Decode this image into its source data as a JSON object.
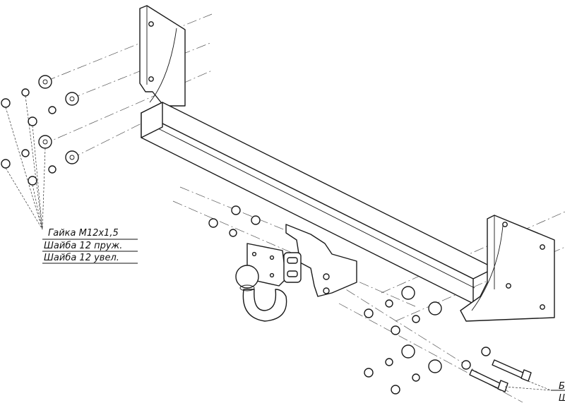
{
  "colors": {
    "line": "#1a1a1a",
    "background": "#ffffff"
  },
  "callouts_left": [
    {
      "text": "Гайка М12х1,5"
    },
    {
      "text": "Шайба 12 пруж."
    },
    {
      "text": "Шайба 12 увел."
    }
  ],
  "callouts_right": [
    {
      "text": "Б"
    },
    {
      "text": "Ш"
    }
  ]
}
